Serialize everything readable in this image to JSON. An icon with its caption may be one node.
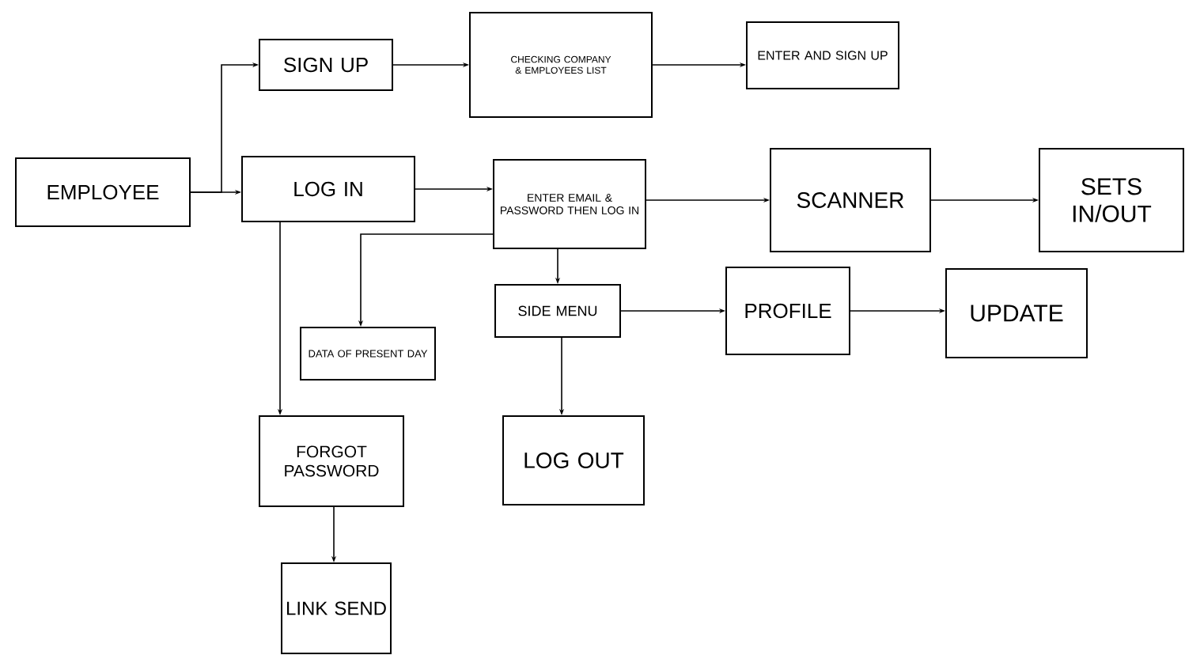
{
  "diagram": {
    "nodes": [
      {
        "text": [
          "EMPLOYEE"
        ]
      },
      {
        "text": [
          "SIGN UP"
        ]
      },
      {
        "text": [
          "CHECKING COMPANY & EMPLOYEES LIST"
        ]
      },
      {
        "text": [
          "ENTER AND SIGN UP"
        ]
      },
      {
        "text": [
          "LOG IN"
        ]
      },
      {
        "text": [
          "ENTER EMAIL & PASSWORD THEN LOG IN"
        ]
      },
      {
        "text": [
          "SCANNER"
        ]
      },
      {
        "text": [
          "SETS IN/OUT"
        ]
      },
      {
        "text": [
          "DATA OF PRESENT DAY"
        ]
      },
      {
        "text": [
          "SIDE MENU"
        ]
      },
      {
        "text": [
          "PROFILE"
        ]
      },
      {
        "text": [
          "UPDATE"
        ]
      },
      {
        "text": [
          "FORGOT PASSWORD"
        ]
      },
      {
        "text": [
          "LOG OUT"
        ]
      },
      {
        "text": [
          "LINK SEND"
        ]
      }
    ],
    "edges": [
      {
        "from": 0,
        "to": 1,
        "arrow": "to"
      },
      {
        "from": 0,
        "to": 4,
        "arrow": "to"
      },
      {
        "from": 1,
        "to": 2,
        "arrow": "to"
      },
      {
        "from": 2,
        "to": 3,
        "arrow": "to"
      },
      {
        "from": 4,
        "to": 5,
        "arrow": "to"
      },
      {
        "from": 5,
        "to": 6,
        "arrow": "to"
      },
      {
        "from": 6,
        "to": 7,
        "arrow": "to"
      },
      {
        "from": 5,
        "to": 8,
        "arrow": "to"
      },
      {
        "from": 5,
        "to": 9,
        "arrow": "to"
      },
      {
        "from": 9,
        "to": 10,
        "arrow": "to"
      },
      {
        "from": 10,
        "to": 11,
        "arrow": "to"
      },
      {
        "from": 4,
        "to": 12,
        "arrow": "to"
      },
      {
        "from": 9,
        "to": 13,
        "arrow": "to"
      },
      {
        "from": 12,
        "to": 14,
        "arrow": "to"
      }
    ]
  }
}
